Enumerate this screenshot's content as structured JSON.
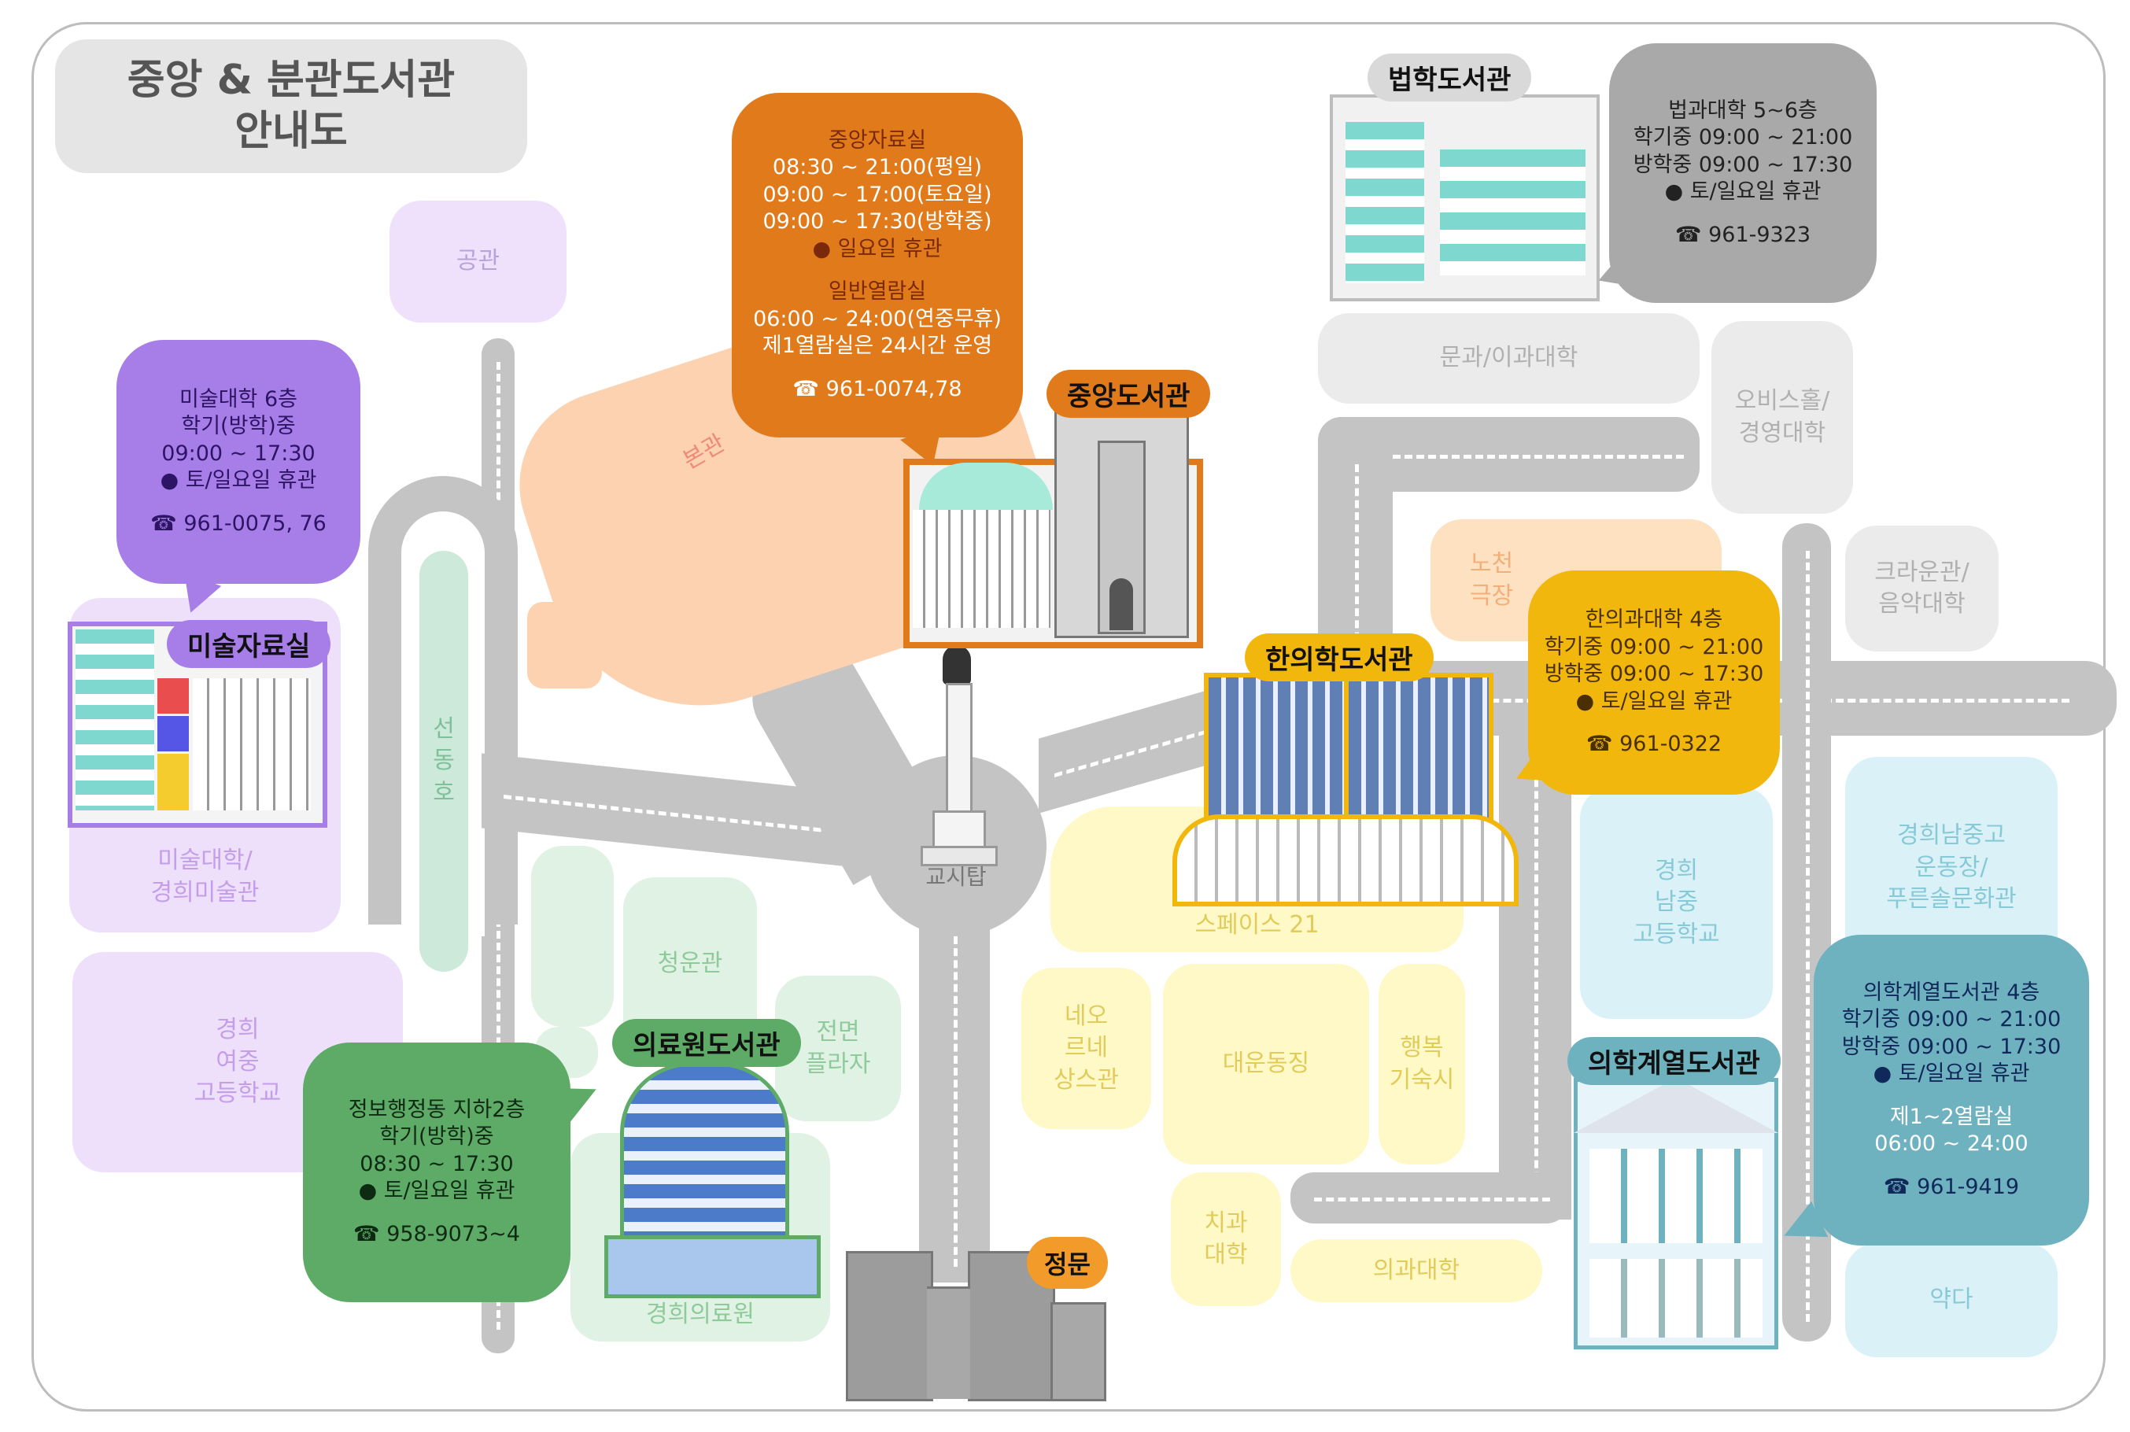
{
  "title": {
    "line1": "중앙 & 분관도서관",
    "line2": "안내도"
  },
  "zones": {
    "gonggwan": "공관",
    "bongwan": "본관",
    "seondongho": "선\n동\n호",
    "art_college": "미술대학/\n경희미술관",
    "girls_school": "경희\n여중\n고등학교",
    "cheongungwan": "청운관",
    "plaza": "전면\n플라자",
    "medical_center": "경희의료원",
    "gyosi_tower": "교시탑",
    "neo_renaissance": "네오\n르네\n상스관",
    "daeundongjing": "대운동징",
    "dormitory": "행복\n기숙시",
    "dental": "치과\n대학",
    "medical_college": "의과대학",
    "space21": "스페이스 21",
    "munggwa": "문과/이과대학",
    "obiseu": "오비스홀/\n경영대학",
    "nocheon": "노천\n극장",
    "crown": "크라운관/\n음악대학",
    "boys_school": "경희\n남중\n고등학교",
    "field": "경희남중고\n운동장/\n푸른솔문화관",
    "pharmacy": "약다"
  },
  "libraries": {
    "central": {
      "tag": "중앙도서관"
    },
    "law": {
      "tag": "법학도서관"
    },
    "art": {
      "tag": "미술자료실"
    },
    "oriental": {
      "tag": "한의학도서관"
    },
    "hospital": {
      "tag": "의료원도서관"
    },
    "medical": {
      "tag": "의학계열도서관"
    },
    "gate": {
      "tag": "정문"
    }
  },
  "bubbles": {
    "central": {
      "lines": [
        "중앙자료실",
        "08:30 ~ 21:00(평일)",
        "09:00 ~ 17:00(토요일)",
        "09:00 ~ 17:30(방학중)",
        "● 일요일 휴관"
      ],
      "lines2": [
        "일반열람실",
        "06:00 ~ 24:00(연중무휴)",
        "제1열람실은 24시간 운영"
      ],
      "phone": "☎ 961-0074,78",
      "color": "#e07a1a"
    },
    "law": {
      "lines": [
        "법과대학 5~6층",
        "학기중 09:00 ~ 21:00",
        "방학중 09:00 ~ 17:30",
        "● 토/일요일 휴관"
      ],
      "phone": "☎ 961-9323",
      "color": "#a9a9a9"
    },
    "art": {
      "lines": [
        "미술대학 6층",
        "학기(방학)중",
        "09:00 ~ 17:30",
        "● 토/일요일 휴관"
      ],
      "phone": "☎ 961-0075, 76",
      "color": "#a77ee8"
    },
    "oriental": {
      "lines": [
        "한의과대학 4층",
        "학기중 09:00 ~ 21:00",
        "방학중 09:00 ~ 17:30",
        "● 토/일요일 휴관"
      ],
      "phone": "☎ 961-0322",
      "color": "#f1b70d"
    },
    "hospital": {
      "lines": [
        "정보행정동 지하2층",
        "학기(방학)중",
        "08:30 ~ 17:30",
        "● 토/일요일 휴관"
      ],
      "phone": "☎ 958-9073~4",
      "color": "#5eab68"
    },
    "medical": {
      "lines": [
        "의학계열도서관 4층",
        "학기중 09:00 ~ 21:00",
        "방학중 09:00 ~ 17:30",
        "● 토/일요일 휴관"
      ],
      "lines2": [
        "제1~2열람실",
        "06:00 ~ 24:00"
      ],
      "phone": "☎ 961-9419",
      "color": "#6fb2bf"
    }
  }
}
